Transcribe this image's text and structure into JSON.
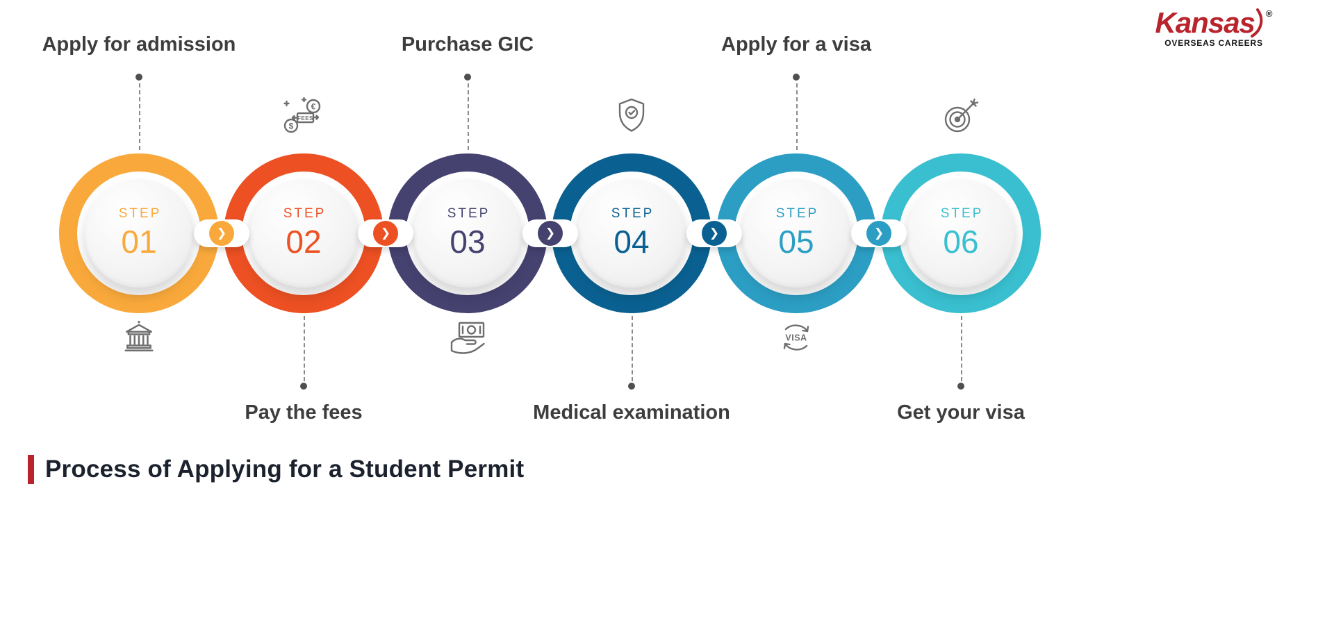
{
  "logo": {
    "brand": "Kansas",
    "registered": "®",
    "tagline": "OVERSEAS CAREERS"
  },
  "heading": {
    "text": "Process of Applying for a Student Permit"
  },
  "chevron": {
    "glyph": "❯"
  },
  "icons": {
    "fees_tag": "FEES",
    "visa_label": "VISA",
    "euro_symbol": "€",
    "dollar_symbol": "$"
  },
  "steps": [
    {
      "step_label": "STEP",
      "number": "01",
      "label": "Apply for admission",
      "label_position": "top",
      "icon": "bank-icon",
      "color": "#F9A93B"
    },
    {
      "step_label": "STEP",
      "number": "02",
      "label": "Pay the fees",
      "label_position": "bottom",
      "icon": "fees-icon",
      "color": "#EC5023"
    },
    {
      "step_label": "STEP",
      "number": "03",
      "label": "Purchase GIC",
      "label_position": "top",
      "icon": "cash-hand-icon",
      "color": "#454270"
    },
    {
      "step_label": "STEP",
      "number": "04",
      "label": "Medical examination",
      "label_position": "bottom",
      "icon": "shield-check-icon",
      "color": "#0A6191"
    },
    {
      "step_label": "STEP",
      "number": "05",
      "label": "Apply for a visa",
      "label_position": "top",
      "icon": "visa-renewal-icon",
      "color": "#2C9EC4"
    },
    {
      "step_label": "STEP",
      "number": "06",
      "label": "Get your visa",
      "label_position": "bottom",
      "icon": "target-icon",
      "color": "#39BFCF"
    }
  ],
  "colors": {
    "accent_red": "#B8232C",
    "label_text": "#3d3d3d",
    "heading_text": "#1b222e",
    "icon_stroke": "#6e6e6e",
    "dash": "#8a8a8a",
    "dot": "#4f4f4f"
  }
}
